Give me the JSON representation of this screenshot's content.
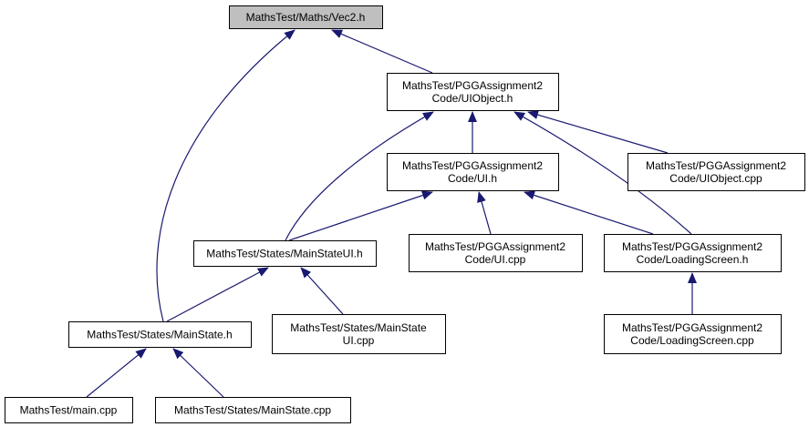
{
  "colors": {
    "edge": "#191970",
    "node_border": "#000000",
    "node_fill": "#ffffff",
    "root_fill": "#bfbfbf"
  },
  "nodes": [
    {
      "id": "vec2",
      "lines": [
        "MathsTest/Maths/Vec2.h"
      ],
      "root": true
    },
    {
      "id": "uiobject_h",
      "lines": [
        "MathsTest/PGGAssignment2",
        "Code/UIObject.h"
      ]
    },
    {
      "id": "ui_h",
      "lines": [
        "MathsTest/PGGAssignment2",
        "Code/UI.h"
      ]
    },
    {
      "id": "uiobject_cpp",
      "lines": [
        "MathsTest/PGGAssignment2",
        "Code/UIObject.cpp"
      ]
    },
    {
      "id": "mainstateui_h",
      "lines": [
        "MathsTest/States/MainStateUI.h"
      ]
    },
    {
      "id": "ui_cpp",
      "lines": [
        "MathsTest/PGGAssignment2",
        "Code/UI.cpp"
      ]
    },
    {
      "id": "loadingscreen_h",
      "lines": [
        "MathsTest/PGGAssignment2",
        "Code/LoadingScreen.h"
      ]
    },
    {
      "id": "mainstate_h",
      "lines": [
        "MathsTest/States/MainState.h"
      ]
    },
    {
      "id": "mainstateui_cpp",
      "lines": [
        "MathsTest/States/MainState",
        "UI.cpp"
      ]
    },
    {
      "id": "loadingscreen_cpp",
      "lines": [
        "MathsTest/PGGAssignment2",
        "Code/LoadingScreen.cpp"
      ]
    },
    {
      "id": "main_cpp",
      "lines": [
        "MathsTest/main.cpp"
      ]
    },
    {
      "id": "mainstate_cpp",
      "lines": [
        "MathsTest/States/MainState.cpp"
      ]
    }
  ],
  "edges": [
    {
      "from": "uiobject_h",
      "to": "vec2"
    },
    {
      "from": "mainstate_h",
      "to": "vec2"
    },
    {
      "from": "ui_h",
      "to": "uiobject_h"
    },
    {
      "from": "uiobject_cpp",
      "to": "uiobject_h"
    },
    {
      "from": "mainstateui_h",
      "to": "uiobject_h"
    },
    {
      "from": "loadingscreen_h",
      "to": "uiobject_h"
    },
    {
      "from": "mainstateui_h",
      "to": "ui_h"
    },
    {
      "from": "ui_cpp",
      "to": "ui_h"
    },
    {
      "from": "loadingscreen_h",
      "to": "ui_h"
    },
    {
      "from": "mainstate_h",
      "to": "mainstateui_h"
    },
    {
      "from": "mainstateui_cpp",
      "to": "mainstateui_h"
    },
    {
      "from": "loadingscreen_cpp",
      "to": "loadingscreen_h"
    },
    {
      "from": "main_cpp",
      "to": "mainstate_h"
    },
    {
      "from": "mainstate_cpp",
      "to": "mainstate_h"
    }
  ]
}
